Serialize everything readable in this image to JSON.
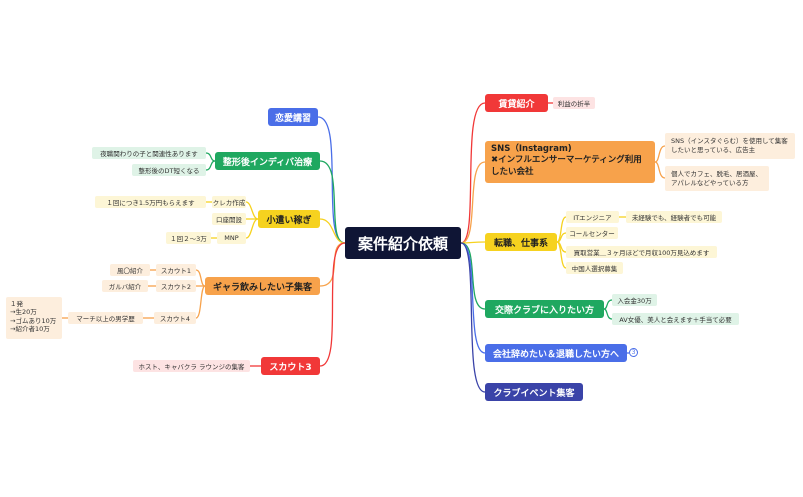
{
  "root": {
    "label": "案件紹介依頼"
  },
  "colors": {
    "red": "#f13838",
    "orange": "#f7a24b",
    "green": "#1fa860",
    "blue": "#4a6ee8",
    "navy": "#3a43a8",
    "yellow": "#f6d21f",
    "root_bg": "#0f1535"
  },
  "right": {
    "chintai": {
      "label": "賃貸紹介",
      "child": "利益の折半"
    },
    "sns": {
      "label_line1": "SNS（Instagram)",
      "label_line2": "✖インフルエンサーマーケティング利用したい会社",
      "children": [
        "SNS（インスタぐらむ）を使用して集客したいと思っている、広告主",
        "個人でカフェ、脱毛、居酒屋、アパレルなどやっている方"
      ]
    },
    "tenshoku": {
      "label": "転職、仕事系",
      "children": [
        "ITエンジニア",
        "コールセンター",
        "買取営業＿３ヶ月ほどで月収100万見込めます",
        "中国人選択募集"
      ],
      "it_child": "未経験でも、経験者でも可能"
    },
    "club": {
      "label": "交際クラブに入りたい方",
      "children": [
        "入会金30万",
        "AV女優、美人と会えます＋手当て必要"
      ]
    },
    "kaisha": {
      "label": "会社辞めたい＆退職したい方へ",
      "count": "3"
    },
    "event": {
      "label": "クラブイベント集客"
    }
  },
  "left": {
    "renai": {
      "label": "恋愛講習"
    },
    "seikei": {
      "label": "整形後インディバ治療",
      "children": [
        "夜職関わりの子と関連性あります",
        "整形後のDT短くなる"
      ]
    },
    "kozukai": {
      "label": "小遣い稼ぎ",
      "children": [
        "クレカ作成",
        "口座開設",
        "MNP"
      ],
      "kureka_child": "１回につき1.5万円もらえます",
      "mnp_child": "１回２～3万"
    },
    "gyara": {
      "label": "ギャラ飲みしたい子集客",
      "children": [
        "スカウト1",
        "スカウト2",
        "スカウト4"
      ],
      "s1_child": "風〇紹介",
      "s2_child": "ガルバ紹介",
      "s4_child": "マーチ以上の男学歴",
      "s4_grand": [
        "１発",
        "→生20万",
        "→ゴムあり10万",
        "→紹介者10万"
      ]
    },
    "scout3": {
      "label": "スカウト3",
      "child": "ホスト、キャバクラ ラウンジの集客"
    }
  }
}
